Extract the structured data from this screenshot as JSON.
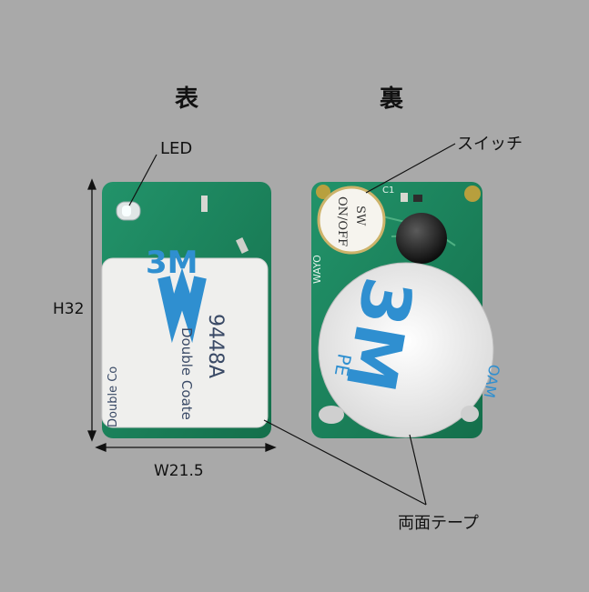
{
  "labels": {
    "front": "表",
    "back": "裏",
    "led": "LED",
    "switch": "スイッチ",
    "height": "H32",
    "width": "W21.5",
    "tape": "両面テープ"
  },
  "front_tape": {
    "brand": "3M",
    "code": "9448A",
    "line1": "Double Coate",
    "line2": "Double Co"
  },
  "back_board": {
    "switch_on": "ON/OFF",
    "switch_sw": "SW",
    "side_text": "WAYO",
    "part_mark": "C1",
    "tape_brand": "3M",
    "tape_edge": "PE",
    "tape_edge2": "OAM"
  },
  "colors": {
    "background": "#a9a9a9",
    "pcb": "#1e8a5e",
    "tape": "#f4f4f2",
    "brand_blue": "#2f8fd0"
  }
}
